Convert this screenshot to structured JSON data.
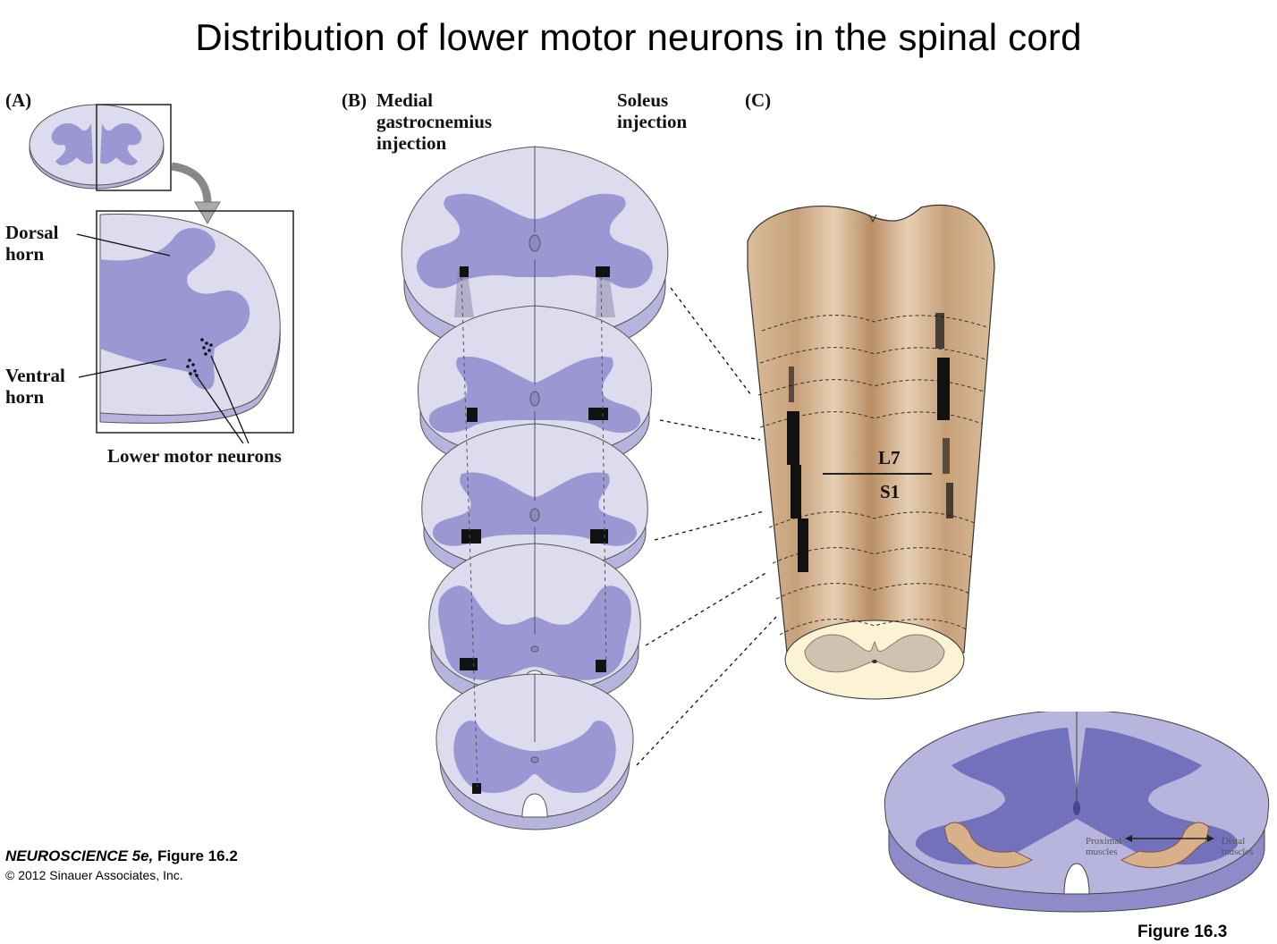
{
  "title": "Distribution of lower motor neurons in the spinal cord",
  "panel_a": {
    "letter": "(A)",
    "dorsal_horn": "Dorsal\nhorn",
    "ventral_horn": "Ventral\nhorn",
    "lower_motor_neurons": "Lower motor neurons"
  },
  "panel_b": {
    "letter": "(B)",
    "medial_gastrocnemius": "Medial\ngastrocnemius\ninjection",
    "soleus": "Soleus\ninjection"
  },
  "panel_c": {
    "letter": "(C)",
    "l7": "L7",
    "s1": "S1"
  },
  "panel_bottom": {
    "proximal": "Proximal\nmuscles",
    "distal": "Distal\nmuscles"
  },
  "credit": {
    "book": "NEUROSCIENCE 5e,",
    "figure": "Figure 16.2",
    "copyright": "© 2012 Sinauer Associates, Inc."
  },
  "figure_label": "Figure 16.3",
  "colors": {
    "gray_matter": "#9b97d2",
    "white_matter": "#dcdcee",
    "cord_tan": "#c9a47c"
  }
}
